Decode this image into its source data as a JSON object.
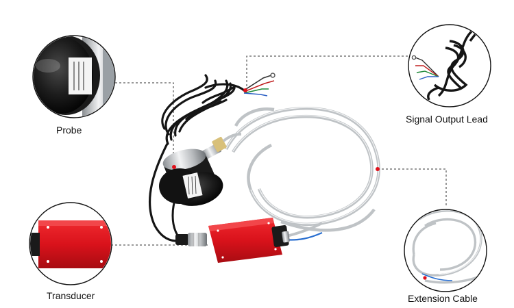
{
  "labels": {
    "probe": "Probe",
    "signal_output_lead": "Signal Output Lead",
    "transducer": "Transducer",
    "extension_cable": "Extension Cable"
  },
  "colors": {
    "transducer_red": "#d9121b",
    "probe_body": "#1a1a1a",
    "cable_black": "#151515",
    "steel": "#bfc3c6",
    "callout_line": "#333333",
    "marker": "#e0101a"
  }
}
